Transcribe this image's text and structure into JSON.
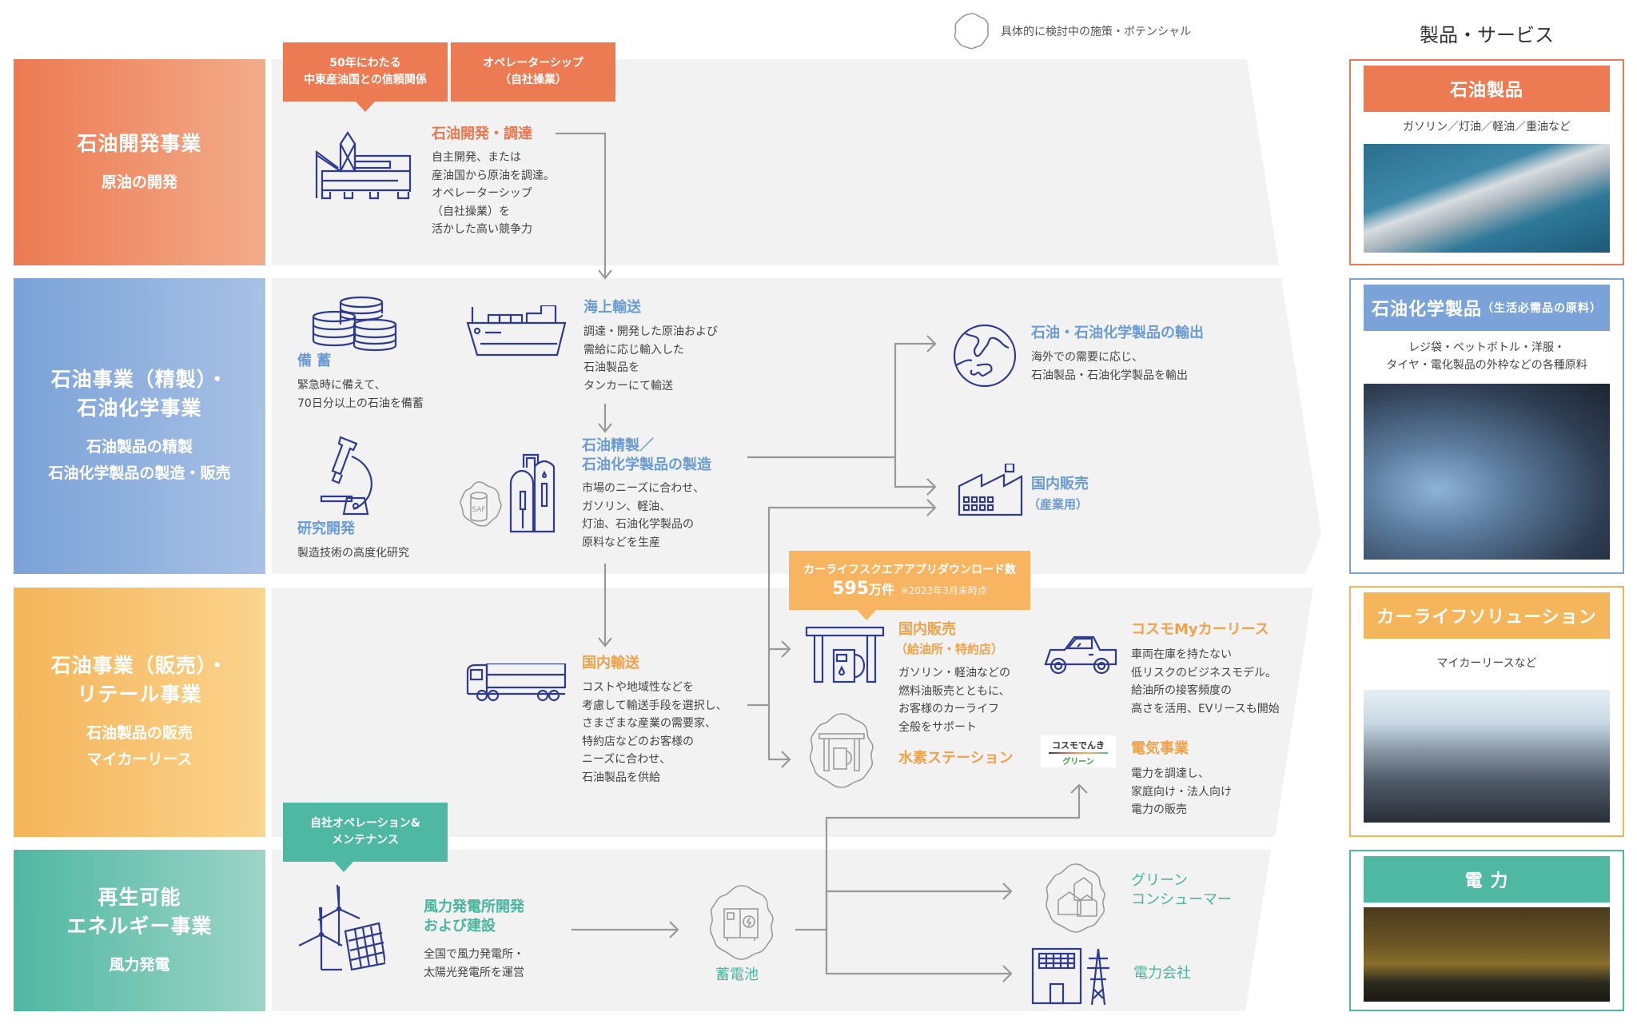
{
  "legend": {
    "icon": "cloud-icon",
    "label": "具体的に検討中の施策・ポテンシャル"
  },
  "products_title": "製品・サービス",
  "segments": [
    {
      "title": "石油開発事業",
      "subtitle": "原油の開発",
      "color": "#ec7a52"
    },
    {
      "title": "石油事業（精製）・\n石油化学事業",
      "subtitle": "石油製品の精製\n石油化学製品の製造・販売",
      "color": "#7ba3d8"
    },
    {
      "title": "石油事業（販売）・\nリテール事業",
      "subtitle": "石油製品の販売\nマイカーリース",
      "color": "#f5b55b"
    },
    {
      "title": "再生可能\nエネルギー事業",
      "subtitle": "風力発電",
      "color": "#4fb8a2"
    }
  ],
  "tags": {
    "trust": "50年にわたる\n中東産油国との信頼関係",
    "operatorship": "オペレーターシップ\n（自社操業）",
    "self_operation": "自社オペレーション&\nメンテナンス",
    "app_downloads": {
      "label": "カーライフスクエアアプリダウンロード数",
      "value": "595",
      "unit": "万件",
      "note": "※2023年3月末時点"
    }
  },
  "nodes": {
    "oil_dev": {
      "icon": "oil-rig-icon",
      "title": "石油開発・調達",
      "desc": "自主開発、または\n産油国から原油を調達。\nオペレーターシップ\n（自社操業）を\n活かした高い競争力"
    },
    "stockpile": {
      "icon": "oil-tanks-icon",
      "title": "備 蓄",
      "desc": "緊急時に備えて、\n70日分以上の石油を備蓄"
    },
    "rnd": {
      "icon": "microscope-icon",
      "title": "研究開発",
      "desc": "製造技術の高度化研究"
    },
    "marine": {
      "icon": "tanker-ship-icon",
      "title": "海上輸送",
      "desc": "調達・開発した原油および\n需給に応じ輸入した\n石油製品を\nタンカーにて輸送"
    },
    "refining": {
      "icon": "refinery-icon",
      "saf_label": "SAF",
      "title": "石油精製／\n石油化学製品の製造",
      "desc": "市場のニーズに合わせ、\nガソリン、軽油、\n灯油、石油化学製品の\n原料などを生産"
    },
    "export": {
      "icon": "globe-icon",
      "title": "石油・石油化学製品の輸出",
      "desc": "海外での需要に応じ、\n石油製品・石油化学製品を輸出"
    },
    "industrial_sales": {
      "icon": "factory-icon",
      "title": "国内販売",
      "sub": "（産業用）"
    },
    "domestic_transport": {
      "icon": "tanker-truck-icon",
      "title": "国内輸送",
      "desc": "コストや地域性などを\n考慮して輸送手段を選択し、\nさまざまな産業の需要家、\n特約店などのお客様の\nニーズに合わせ、\n石油製品を供給"
    },
    "retail_sales": {
      "icon": "gas-station-icon",
      "title": "国内販売",
      "sub": "（給油所・特約店）",
      "desc": "ガソリン・軽油などの\n燃料油販売とともに、\nお客様のカーライフ\n全般をサポート"
    },
    "hydrogen": {
      "icon": "hydrogen-station-icon",
      "title": "水素ステーション"
    },
    "car_lease": {
      "icon": "car-icon",
      "title": "コスモMyカーリース",
      "desc": "車両在庫を持たない\n低リスクのビジネスモデル。\n給油所の接客頻度の\n高さを活用、EVリースも開始"
    },
    "electricity": {
      "logo_line1": "コスモでんき",
      "logo_line2": "グリーン",
      "title": "電気事業",
      "desc": "電力を調達し、\n家庭向け・法人向け\n電力の販売"
    },
    "wind": {
      "icon": "wind-solar-icon",
      "title": "風力発電所開発\nおよび建設",
      "desc": "全国で風力発電所・\n太陽光発電所を運営"
    },
    "battery": {
      "icon": "battery-icon",
      "title": "蓄電池"
    },
    "green_consumer": {
      "icon": "houses-icon",
      "title": "グリーン\nコンシューマー"
    },
    "power_company": {
      "icon": "power-company-icon",
      "title": "電力会社"
    }
  },
  "products": [
    {
      "title": "石油製品",
      "sub": "",
      "desc": "ガソリン／灯油／軽油／重油など",
      "image": "tanker-photo",
      "color": "#ec7a52"
    },
    {
      "title": "石油化学製品",
      "sub": "（生活必需品の原料）",
      "desc": "レジ袋・ペットボトル・洋服・\nタイヤ・電化製品の外枠などの各種原料",
      "image": "plastic-bottles-photo",
      "color": "#7ba3d8"
    },
    {
      "title": "カーライフソリューション",
      "sub": "",
      "desc": "マイカーリースなど",
      "image": "gas-station-staff-photo",
      "color": "#f5b55b"
    },
    {
      "title": "電 力",
      "sub": "",
      "desc": "",
      "image": "night-city-photo",
      "color": "#4fb8a2"
    }
  ]
}
